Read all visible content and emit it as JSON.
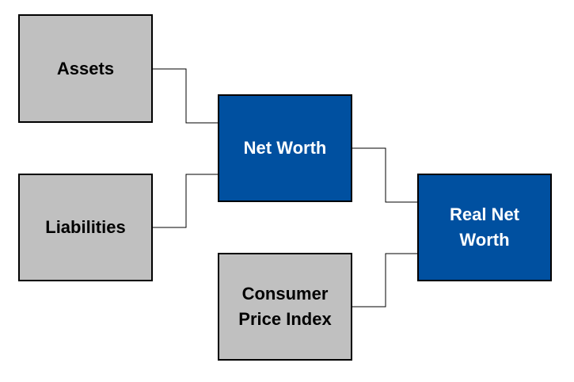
{
  "diagram": {
    "nodes": {
      "assets": {
        "label": "Assets",
        "color": "#c0c0c0"
      },
      "liabilities": {
        "label": "Liabilities",
        "color": "#c0c0c0"
      },
      "net_worth": {
        "label": "Net Worth",
        "color": "#0050a0"
      },
      "cpi": {
        "label": "Consumer\nPrice Index",
        "color": "#c0c0c0"
      },
      "real_net_worth": {
        "label": "Real Net\nWorth",
        "color": "#0050a0"
      }
    },
    "edges": [
      {
        "from": "Assets",
        "to": "Net Worth"
      },
      {
        "from": "Liabilities",
        "to": "Net Worth"
      },
      {
        "from": "Net Worth",
        "to": "Real Net Worth"
      },
      {
        "from": "Consumer Price Index",
        "to": "Real Net Worth"
      }
    ]
  }
}
